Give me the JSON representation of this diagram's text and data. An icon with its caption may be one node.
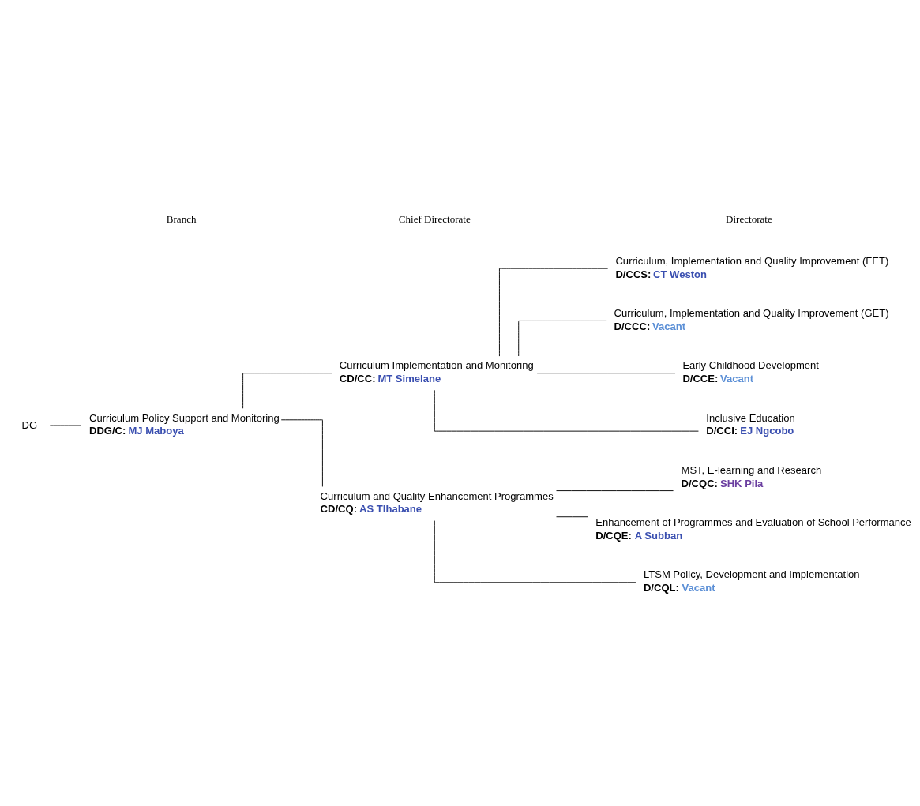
{
  "diagram": {
    "nodes": [
      {
        "text": [
          "DG"
        ]
      },
      {
        "text": [
          "Curriculum Policy Support and Monitoring",
          "DDG/C:",
          "MJ Maboya"
        ]
      },
      {
        "text": [
          "Curriculum Implementation and Monitoring",
          "CD/CC:",
          "MT Simelane"
        ]
      },
      {
        "text": [
          "Curriculum, Implementation and Quality Improvement (FET)",
          "D/CCS:",
          "CT Weston"
        ]
      },
      {
        "text": [
          "Curriculum, Implementation and Quality Improvement (GET)",
          "D/CCC:",
          "Vacant"
        ]
      },
      {
        "text": [
          "Early Childhood Development",
          "D/CCE:",
          "Vacant"
        ]
      },
      {
        "text": [
          "Inclusive Education",
          "D/CCI:",
          "EJ Ngcobo"
        ]
      },
      {
        "text": [
          "Curriculum and Quality Enhancement Programmes",
          "CD/CQ:",
          "AS Tlhabane"
        ]
      },
      {
        "text": [
          "MST, E-learning and Research",
          "D/CQC:",
          "SHK Pila"
        ]
      },
      {
        "text": [
          "Enhancement of Programmes and Evaluation of School Performance",
          "D/CQE:",
          "A Subban"
        ]
      },
      {
        "text": [
          "LTSM Policy, Development and Implementation",
          "D/CQL:",
          "Vacant"
        ]
      }
    ],
    "edges": [
      {
        "from": 0,
        "to": 1,
        "arrow": "none"
      },
      {
        "from": 1,
        "to": 2,
        "arrow": "none"
      },
      {
        "from": 1,
        "to": 7,
        "arrow": "none"
      },
      {
        "from": 2,
        "to": 3,
        "arrow": "none"
      },
      {
        "from": 2,
        "to": 4,
        "arrow": "none"
      },
      {
        "from": 2,
        "to": 5,
        "arrow": "none"
      },
      {
        "from": 2,
        "to": 6,
        "arrow": "none"
      },
      {
        "from": 7,
        "to": 8,
        "arrow": "none"
      },
      {
        "from": 7,
        "to": 9,
        "arrow": "none"
      },
      {
        "from": 7,
        "to": 10,
        "arrow": "none"
      }
    ],
    "labels": [
      "Branch",
      "Chief Directorate",
      "Directorate"
    ]
  }
}
